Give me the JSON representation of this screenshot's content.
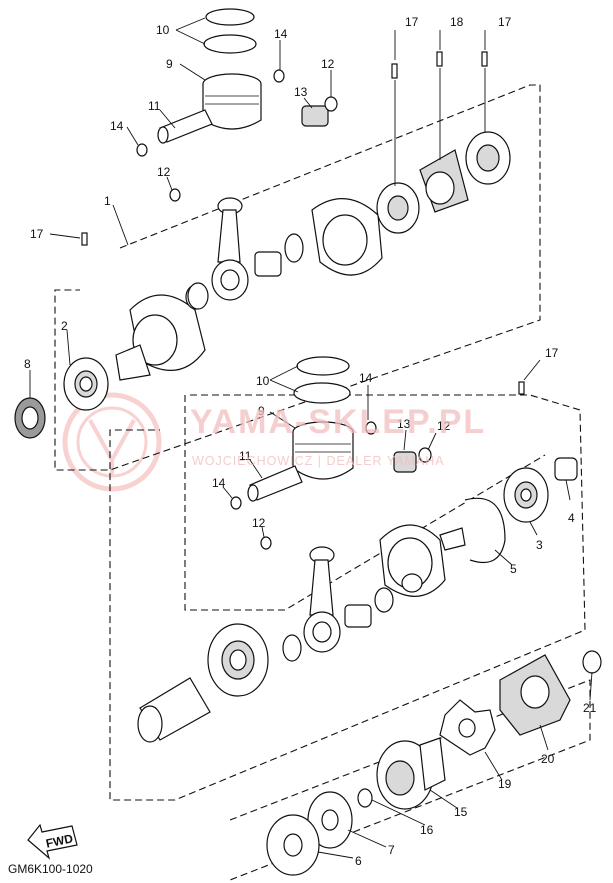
{
  "reference_code": "GM6K100-1020",
  "fwd_label": "FWD",
  "watermark": {
    "title": "YAMA-SKLEP.PL",
    "subtitle": "WOJCIECHOWICZ | DEALER YAMAHA"
  },
  "callouts": [
    "1",
    "2",
    "3",
    "4",
    "5",
    "6",
    "7",
    "8",
    "9",
    "10",
    "11",
    "12",
    "13",
    "14",
    "15",
    "16",
    "17",
    "18",
    "19",
    "20",
    "21"
  ]
}
